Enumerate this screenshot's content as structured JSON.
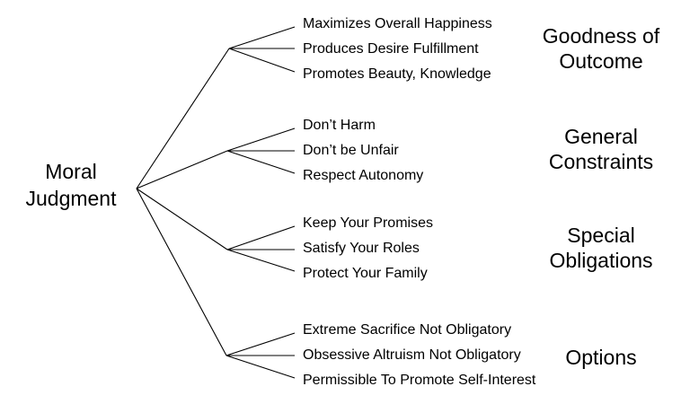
{
  "diagram": {
    "title": "Moral Judgment tree diagram",
    "root": {
      "label": "Moral Judgment"
    },
    "branches": [
      {
        "category": "Goodness of Outcome",
        "leaves": [
          "Maximizes Overall Happiness",
          "Produces Desire Fulfillment",
          "Promotes Beauty, Knowledge"
        ]
      },
      {
        "category": "General Constraints",
        "leaves": [
          "Don’t Harm",
          "Don’t be Unfair",
          "Respect Autonomy"
        ]
      },
      {
        "category": "Special Obligations",
        "leaves": [
          "Keep Your Promises",
          "Satisfy Your Roles",
          "Protect Your Family"
        ]
      },
      {
        "category": "Options",
        "leaves": [
          "Extreme Sacrifice Not Obligatory",
          "Obsessive Altruism Not Obligatory",
          "Permissible To Promote Self-Interest"
        ]
      }
    ],
    "colors": {
      "background": "#ffffff",
      "line": "#000000",
      "text": "#000000"
    }
  }
}
